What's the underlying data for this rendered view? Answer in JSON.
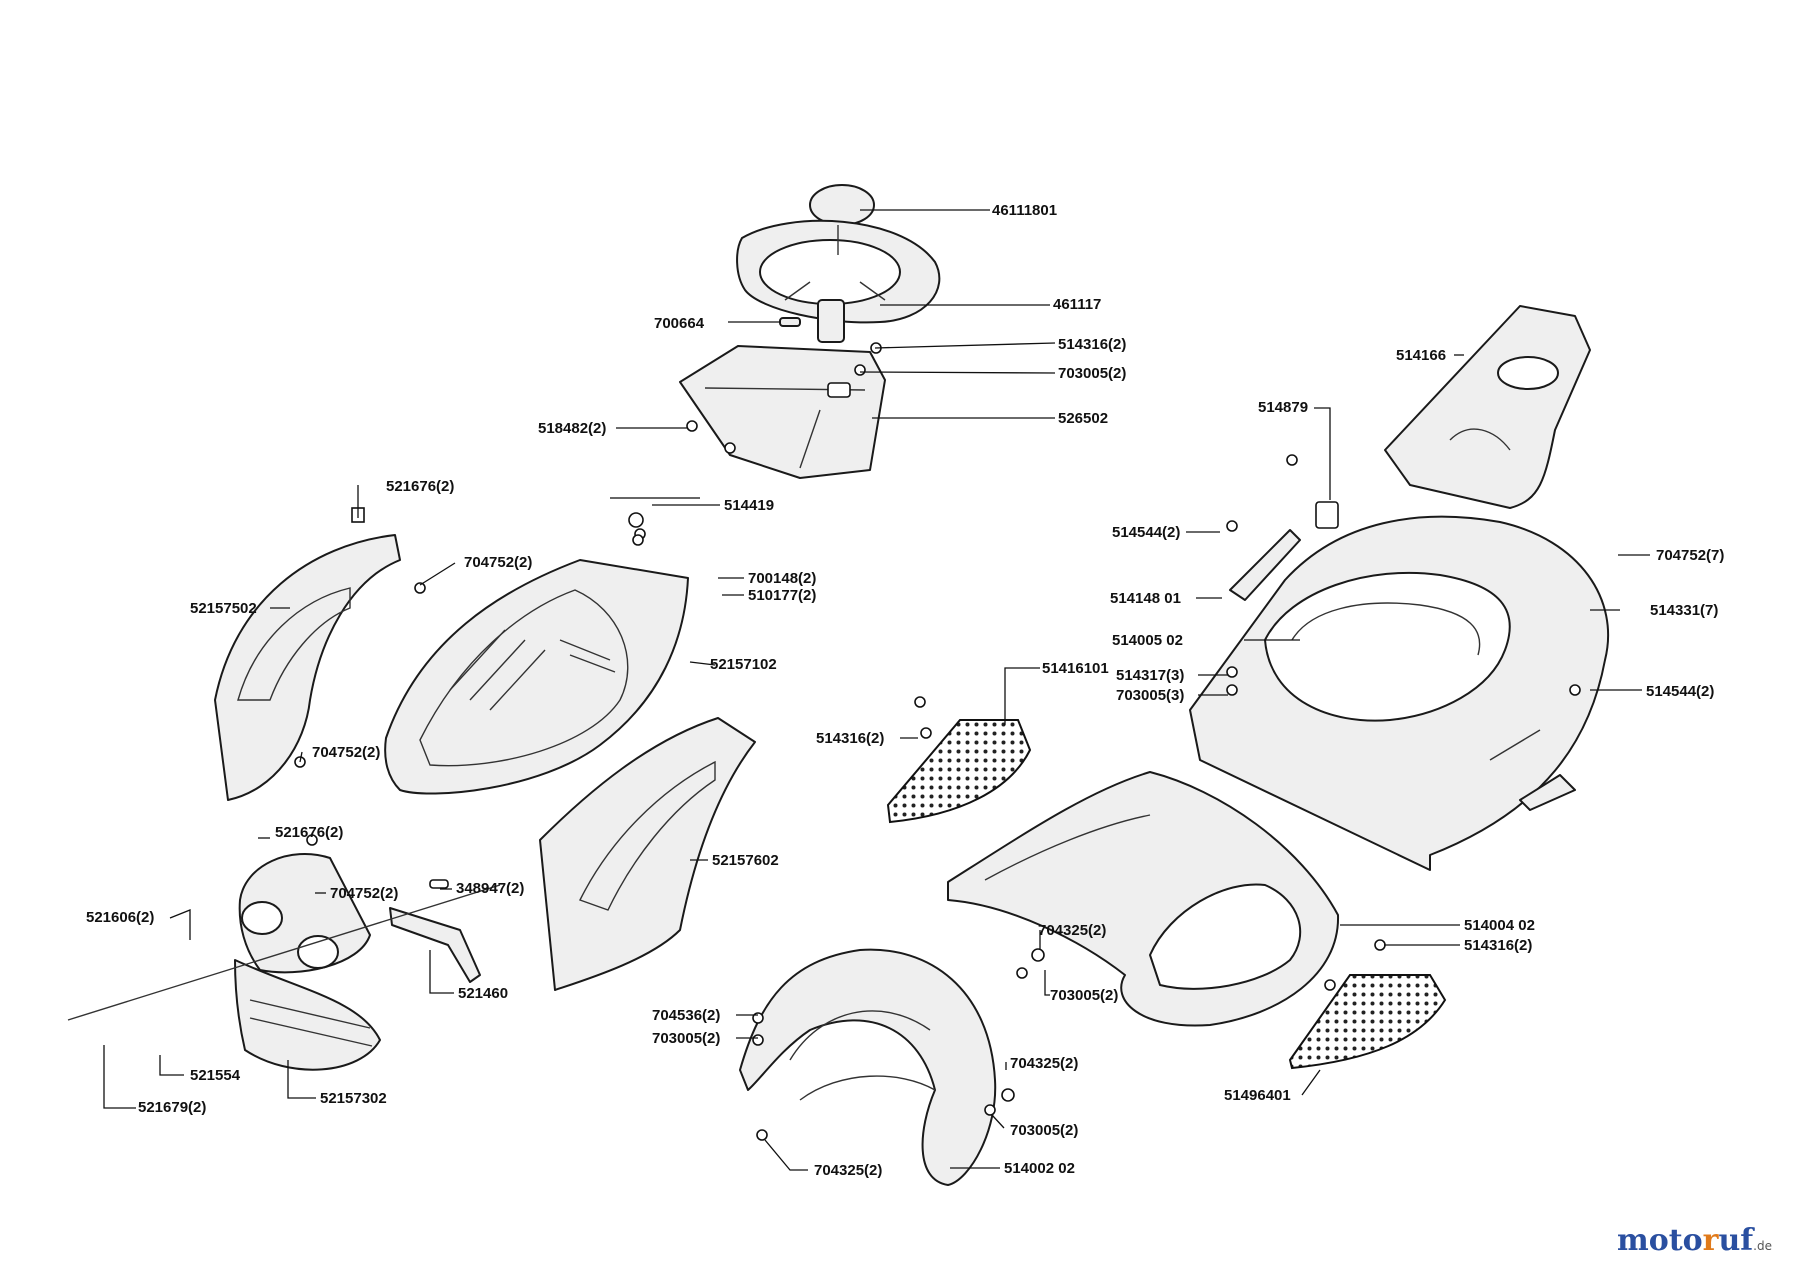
{
  "labels": [
    "46111801",
    "461117",
    "700664",
    "514316(2)",
    "703005(2)",
    "526502",
    "518482(2)",
    "521676(2)",
    "514419",
    "704752(2)",
    "700148(2)",
    "510177(2)",
    "52157502",
    "52157102",
    "704752(2)",
    "521676(2)",
    "704752(2)",
    "348947(2)",
    "521606(2)",
    "52157602",
    "521460",
    "521554",
    "52157302",
    "521679(2)",
    "514166",
    "514879",
    "514544(2)",
    "704752(7)",
    "514148 01",
    "514331(7)",
    "514005 02",
    "51416101",
    "514317(3)",
    "703005(3)",
    "514316(2)",
    "514544(2)",
    "704325(2)",
    "703005(2)",
    "514004 02",
    "514316(2)",
    "704536(2)",
    "703005(2)",
    "704325(2)",
    "703005(2)",
    "51496401",
    "704325(2)",
    "514002 02"
  ],
  "brand": {
    "a": "moto",
    "b": "r",
    "c": "uf",
    "tld": ".de"
  }
}
